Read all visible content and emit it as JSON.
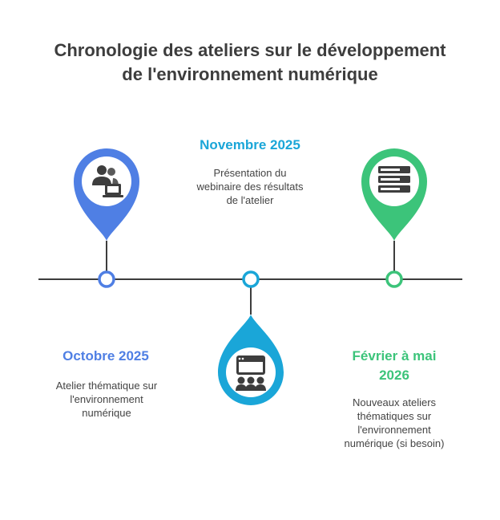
{
  "title": {
    "line1": "Chronologie des ateliers sur le développement",
    "line2": "de l'environnement numérique"
  },
  "colors": {
    "blue": "#4f7fe4",
    "cyan": "#1aa6d8",
    "green": "#3cc47a",
    "line": "#3d3d3d",
    "icon": "#3d3d3d"
  },
  "milestones": [
    {
      "date": "Octobre 2025",
      "description_lines": [
        "Atelier thématique sur",
        "l'environnement",
        "numérique"
      ],
      "icon": "users-laptop-icon"
    },
    {
      "date": "Novembre 2025",
      "description_lines": [
        "Présentation du",
        "webinaire des résultats",
        "de l'atelier"
      ],
      "icon": "webinar-presentation-icon"
    },
    {
      "date_lines": [
        "Février à mai",
        "2026"
      ],
      "description_lines": [
        "Nouveaux ateliers",
        "thématiques sur",
        "l'environnement",
        "numérique (si besoin)"
      ],
      "icon": "server-stack-icon"
    }
  ]
}
